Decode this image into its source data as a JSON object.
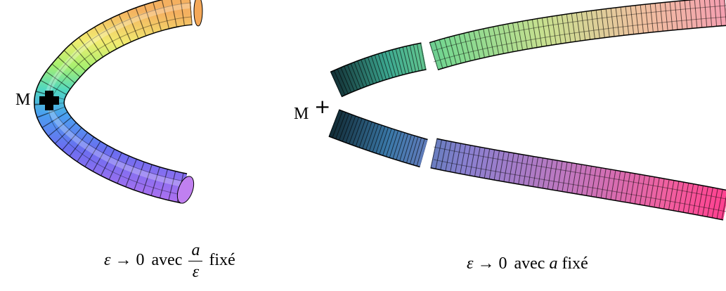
{
  "left_panel": {
    "point_label": "M",
    "caption": {
      "epsilon": "ε",
      "arrow": "→",
      "zero": "0",
      "avec": "avec",
      "numerator": "a",
      "denominator": "ε",
      "fixe": "fixé"
    }
  },
  "right_panel": {
    "point_label": "M",
    "plus": "+",
    "caption": {
      "epsilon": "ε",
      "arrow": "→",
      "zero": "0",
      "avec": "avec",
      "variable": "a",
      "fixe": "fixé"
    }
  }
}
